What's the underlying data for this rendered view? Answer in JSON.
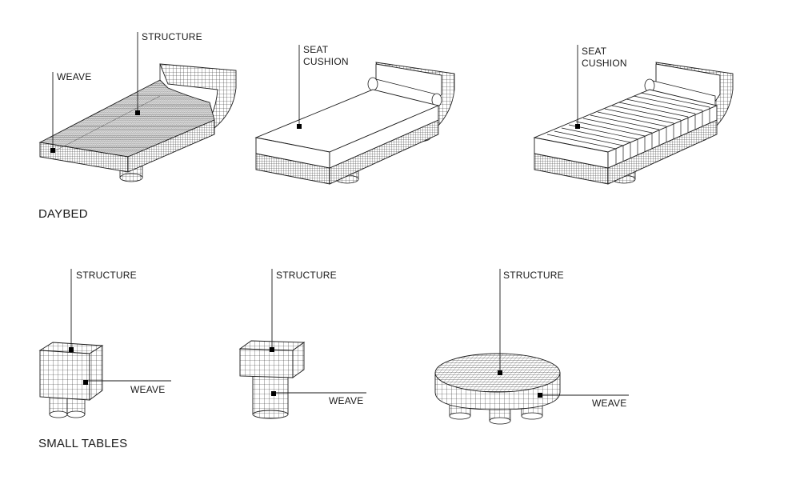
{
  "sections": {
    "daybed": "DAYBED",
    "small_tables": "SMALL TABLES"
  },
  "daybed_1": {
    "label_structure": "STRUCTURE",
    "label_weave": "WEAVE"
  },
  "daybed_2": {
    "label_line1": "SEAT",
    "label_line2": "CUSHION"
  },
  "daybed_3": {
    "label_line1": "SEAT",
    "label_line2": "CUSHION"
  },
  "table_1": {
    "label_structure": "STRUCTURE",
    "label_weave": "WEAVE"
  },
  "table_2": {
    "label_structure": "STRUCTURE",
    "label_weave": "WEAVE"
  },
  "table_3": {
    "label_structure": "STRUCTURE",
    "label_weave": "WEAVE"
  }
}
